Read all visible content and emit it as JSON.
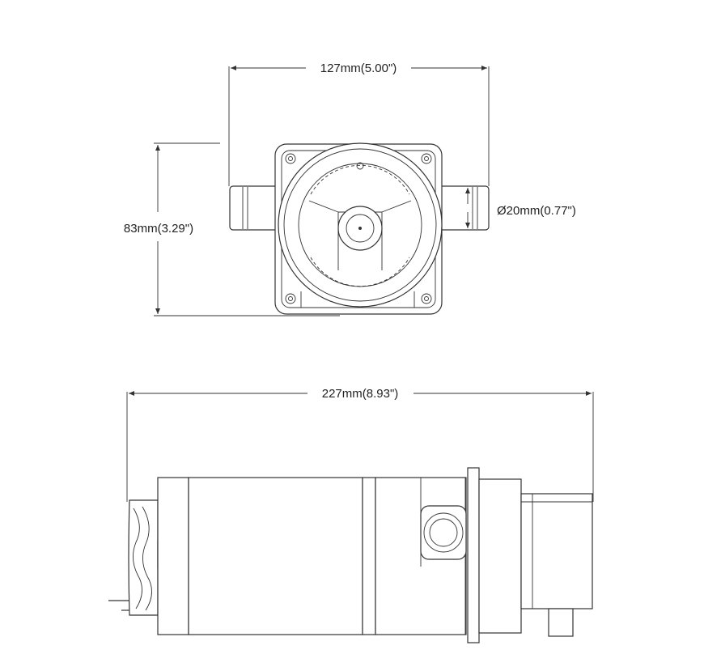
{
  "dimensions": {
    "width_top": "127mm(5.00\")",
    "height_top": "83mm(3.29\")",
    "port_diameter": "Ø20mm(0.77\")",
    "length_side": "227mm(8.93\")"
  },
  "colors": {
    "line": "#333333",
    "text": "#222222",
    "background": "#ffffff"
  }
}
